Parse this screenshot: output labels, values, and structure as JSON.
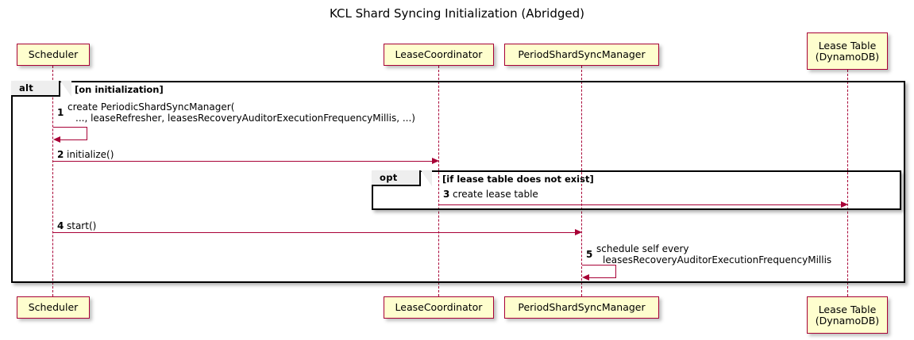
{
  "diagram": {
    "title": "KCL Shard Syncing Initialization (Abridged)",
    "type": "sequence-diagram",
    "colors": {
      "participant_fill": "#FEFECE",
      "participant_border": "#A80036",
      "arrow": "#A80036",
      "fragment_border": "#000000",
      "fragment_label_fill": "#EEEEEE",
      "background": "#FFFFFF"
    }
  },
  "participants": [
    {
      "id": "scheduler",
      "label": "Scheduler"
    },
    {
      "id": "leasecoord",
      "label": "LeaseCoordinator"
    },
    {
      "id": "psyncmgr",
      "label": "PeriodShardSyncManager"
    },
    {
      "id": "leasetable",
      "label_line1": "Lease Table",
      "label_line2": "(DynamoDB)"
    }
  ],
  "fragments": [
    {
      "id": "alt",
      "keyword": "alt",
      "condition": "[on initialization]"
    },
    {
      "id": "opt",
      "keyword": "opt",
      "condition": "[if lease table does not exist]"
    }
  ],
  "messages": [
    {
      "seq": "1",
      "from": "scheduler",
      "to": "scheduler",
      "kind": "self",
      "label_line1": "create PeriodicShardSyncManager(",
      "label_line2": "..., leaseRefresher, leasesRecoveryAuditorExecutionFrequencyMillis, ...)"
    },
    {
      "seq": "2",
      "from": "scheduler",
      "to": "leasecoord",
      "kind": "sync",
      "label_line1": "initialize()"
    },
    {
      "seq": "3",
      "from": "leasecoord",
      "to": "leasetable",
      "kind": "sync",
      "label_line1": "create lease table"
    },
    {
      "seq": "4",
      "from": "scheduler",
      "to": "psyncmgr",
      "kind": "sync",
      "label_line1": "start()"
    },
    {
      "seq": "5",
      "from": "psyncmgr",
      "to": "psyncmgr",
      "kind": "self",
      "label_line1": "schedule self every",
      "label_line2": "leasesRecoveryAuditorExecutionFrequencyMillis"
    }
  ]
}
